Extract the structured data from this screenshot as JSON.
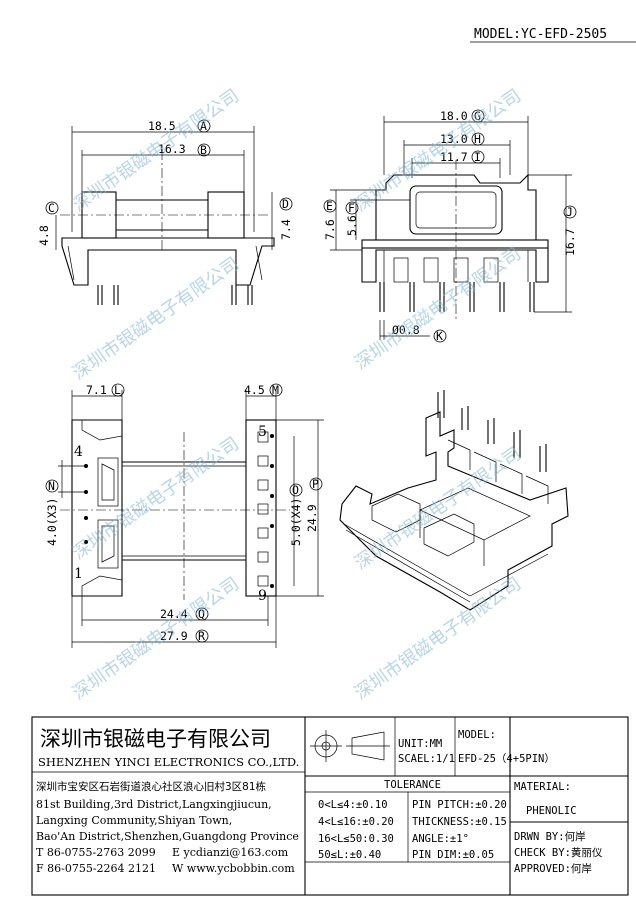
{
  "model_header": "MODEL:YC-EFD-2505",
  "watermark": "深圳市银磁电子有限公司",
  "dims": {
    "A": "18.5",
    "B": "16.3",
    "C": "4.8",
    "D": "7.4",
    "E": "7.6",
    "F": "5.6",
    "G": "18.0",
    "H": "13.0",
    "I": "11.7",
    "J": "16.7",
    "K": "Ø0.8",
    "L": "7.1",
    "M": "4.5",
    "N": "4.0(X3)",
    "O": "5.0(X4)",
    "P": "24.9",
    "Q": "24.4",
    "R": "27.9"
  },
  "dim_letters": [
    "A",
    "B",
    "C",
    "D",
    "E",
    "F",
    "G",
    "H",
    "I",
    "J",
    "K",
    "L",
    "M",
    "N",
    "O",
    "P",
    "Q",
    "R"
  ],
  "pin_numbers": {
    "left_top": "4",
    "left_bottom": "1",
    "right_top": "5",
    "right_bottom": "9"
  },
  "company": {
    "name_cn": "深圳市银磁电子有限公司",
    "name_en": "SHENZHEN YINCI ELECTRONICS CO.,LTD.",
    "address_cn": "深圳市宝安区石岩街道浪心社区浪心旧村3区81栋",
    "address_en_1": "81st Building,3rd District,Langxingjiucun,",
    "address_en_2": "Langxing Community,Shiyan Town,",
    "address_en_3": "Bao'An District,Shenzhen,Guangdong Province",
    "tel": "T 86-0755-2763 2099",
    "email": "E ycdianzi@163.com",
    "fax": "F 86-0755-2264 2121",
    "web": "W www.ycbobbin.com"
  },
  "unit": "UNIT:MM",
  "scale": "SCAEL:1/1",
  "model_label": "MODEL:",
  "model_value": "EFD-25（4+5PIN）",
  "tolerance_title": "TOLERANCE",
  "tolerance_rows": [
    "0<L≤4:±0.10",
    "4<L≤16:±0.20",
    "16<L≤50:0.30",
    "50≤L:±0.40"
  ],
  "spec_rows": [
    "PIN PITCH:±0.20",
    "THICKNESS:±0.15",
    "ANGLE:±1°",
    "PIN DIM:±0.05"
  ],
  "material_label": "MATERIAL:",
  "material_value": "PHENOLIC",
  "drawn_by": "DRWN BY:何岸",
  "check_by": "CHECK BY:黄丽仪",
  "approved_by": "APPROVED:何岸"
}
